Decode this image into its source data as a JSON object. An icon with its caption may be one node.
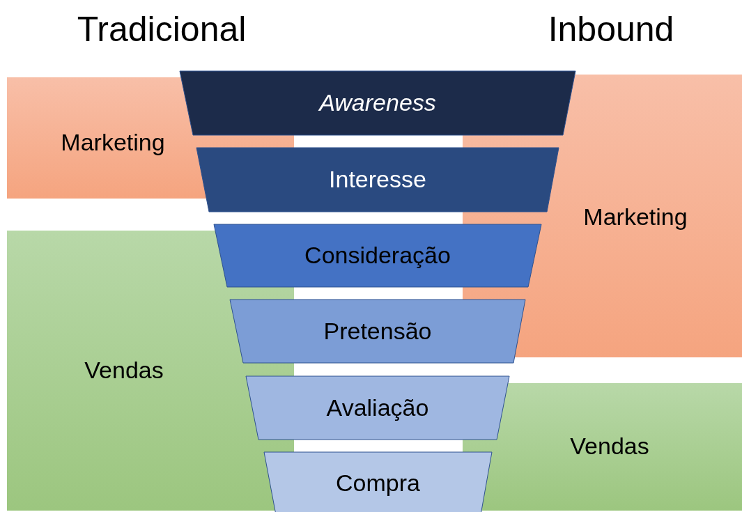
{
  "diagram": {
    "nodes": [
      {
        "text": [
          "Marketing"
        ]
      },
      {
        "text": [
          "Vendas"
        ]
      },
      {
        "text": [
          "Marketing"
        ]
      },
      {
        "text": [
          "Vendas"
        ]
      },
      {
        "text": [
          "Awareness"
        ]
      },
      {
        "text": [
          "Interesse"
        ]
      },
      {
        "text": [
          "Consideração"
        ]
      },
      {
        "text": [
          "Pretensão"
        ]
      },
      {
        "text": [
          "Avaliação"
        ]
      },
      {
        "text": [
          "Compra"
        ]
      }
    ],
    "labels": [
      "Tradicional",
      "Inbound"
    ]
  }
}
